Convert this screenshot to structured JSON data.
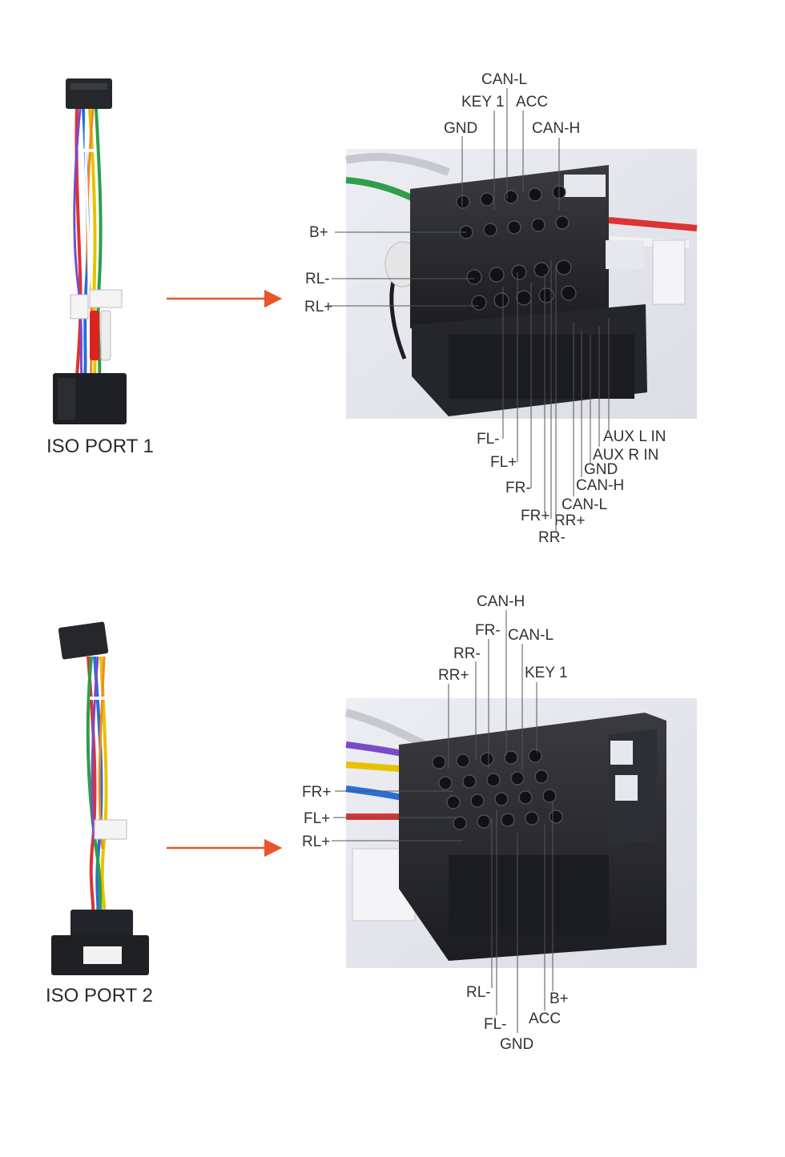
{
  "colors": {
    "arrow": "#e8562a",
    "text": "#333333",
    "connector": "#26272b",
    "photo_bg": "#e4e4ea"
  },
  "sections": [
    {
      "port_label": "ISO PORT 1",
      "pins_top": [
        "CAN-L",
        "KEY 1",
        "ACC",
        "GND",
        "CAN-H"
      ],
      "pins_left": [
        "B+",
        "RL-",
        "RL+"
      ],
      "pins_bottom": [
        "AUX L IN",
        "AUX R IN",
        "GND",
        "CAN-H",
        "CAN-L",
        "FL-",
        "FL+",
        "FR-",
        "FR+",
        "RR+",
        "RR-"
      ]
    },
    {
      "port_label": "ISO PORT 2",
      "pins_top": [
        "CAN-H",
        "FR-",
        "CAN-L",
        "RR-",
        "KEY 1",
        "RR+"
      ],
      "pins_left": [
        "FR+",
        "FL+",
        "RL+"
      ],
      "pins_bottom": [
        "RL-",
        "B+",
        "FL-",
        "ACC",
        "GND"
      ]
    }
  ]
}
